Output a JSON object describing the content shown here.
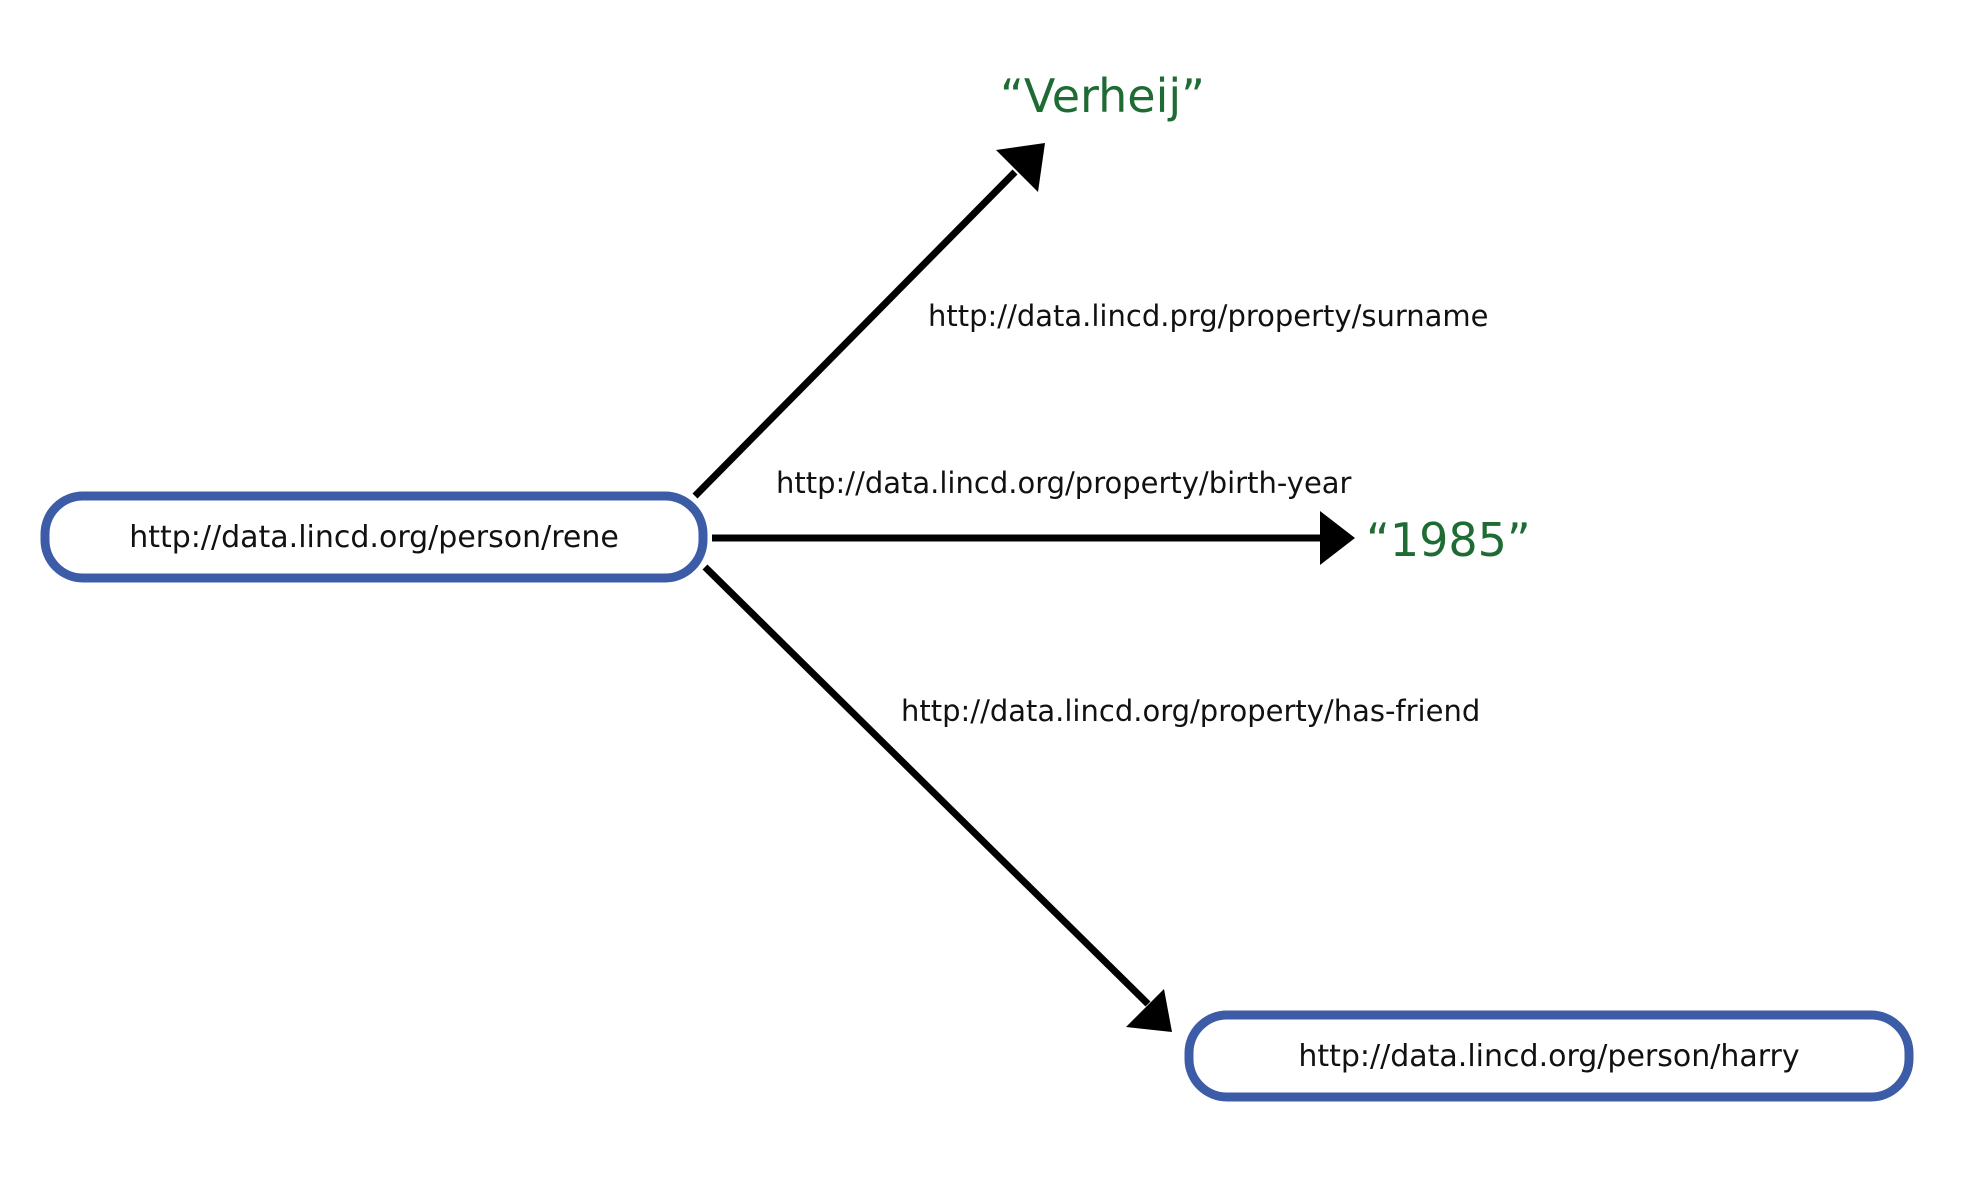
{
  "colors": {
    "node_border": "#3d5ca8",
    "edge": "#000000",
    "literal_text": "#1e6b34",
    "text": "#111111"
  },
  "nodes": {
    "rene": {
      "label": "http://data.lincd.org/person/rene"
    },
    "harry": {
      "label": "http://data.lincd.org/person/harry"
    }
  },
  "literals": {
    "surname": {
      "label": "“Verheij”"
    },
    "birth_year": {
      "label": "“1985”"
    }
  },
  "edges": {
    "surname": {
      "label": "http://data.lincd.prg/property/surname"
    },
    "birth_year": {
      "label": "http://data.lincd.org/property/birth-year"
    },
    "has_friend": {
      "label": "http://data.lincd.org/property/has-friend"
    }
  }
}
